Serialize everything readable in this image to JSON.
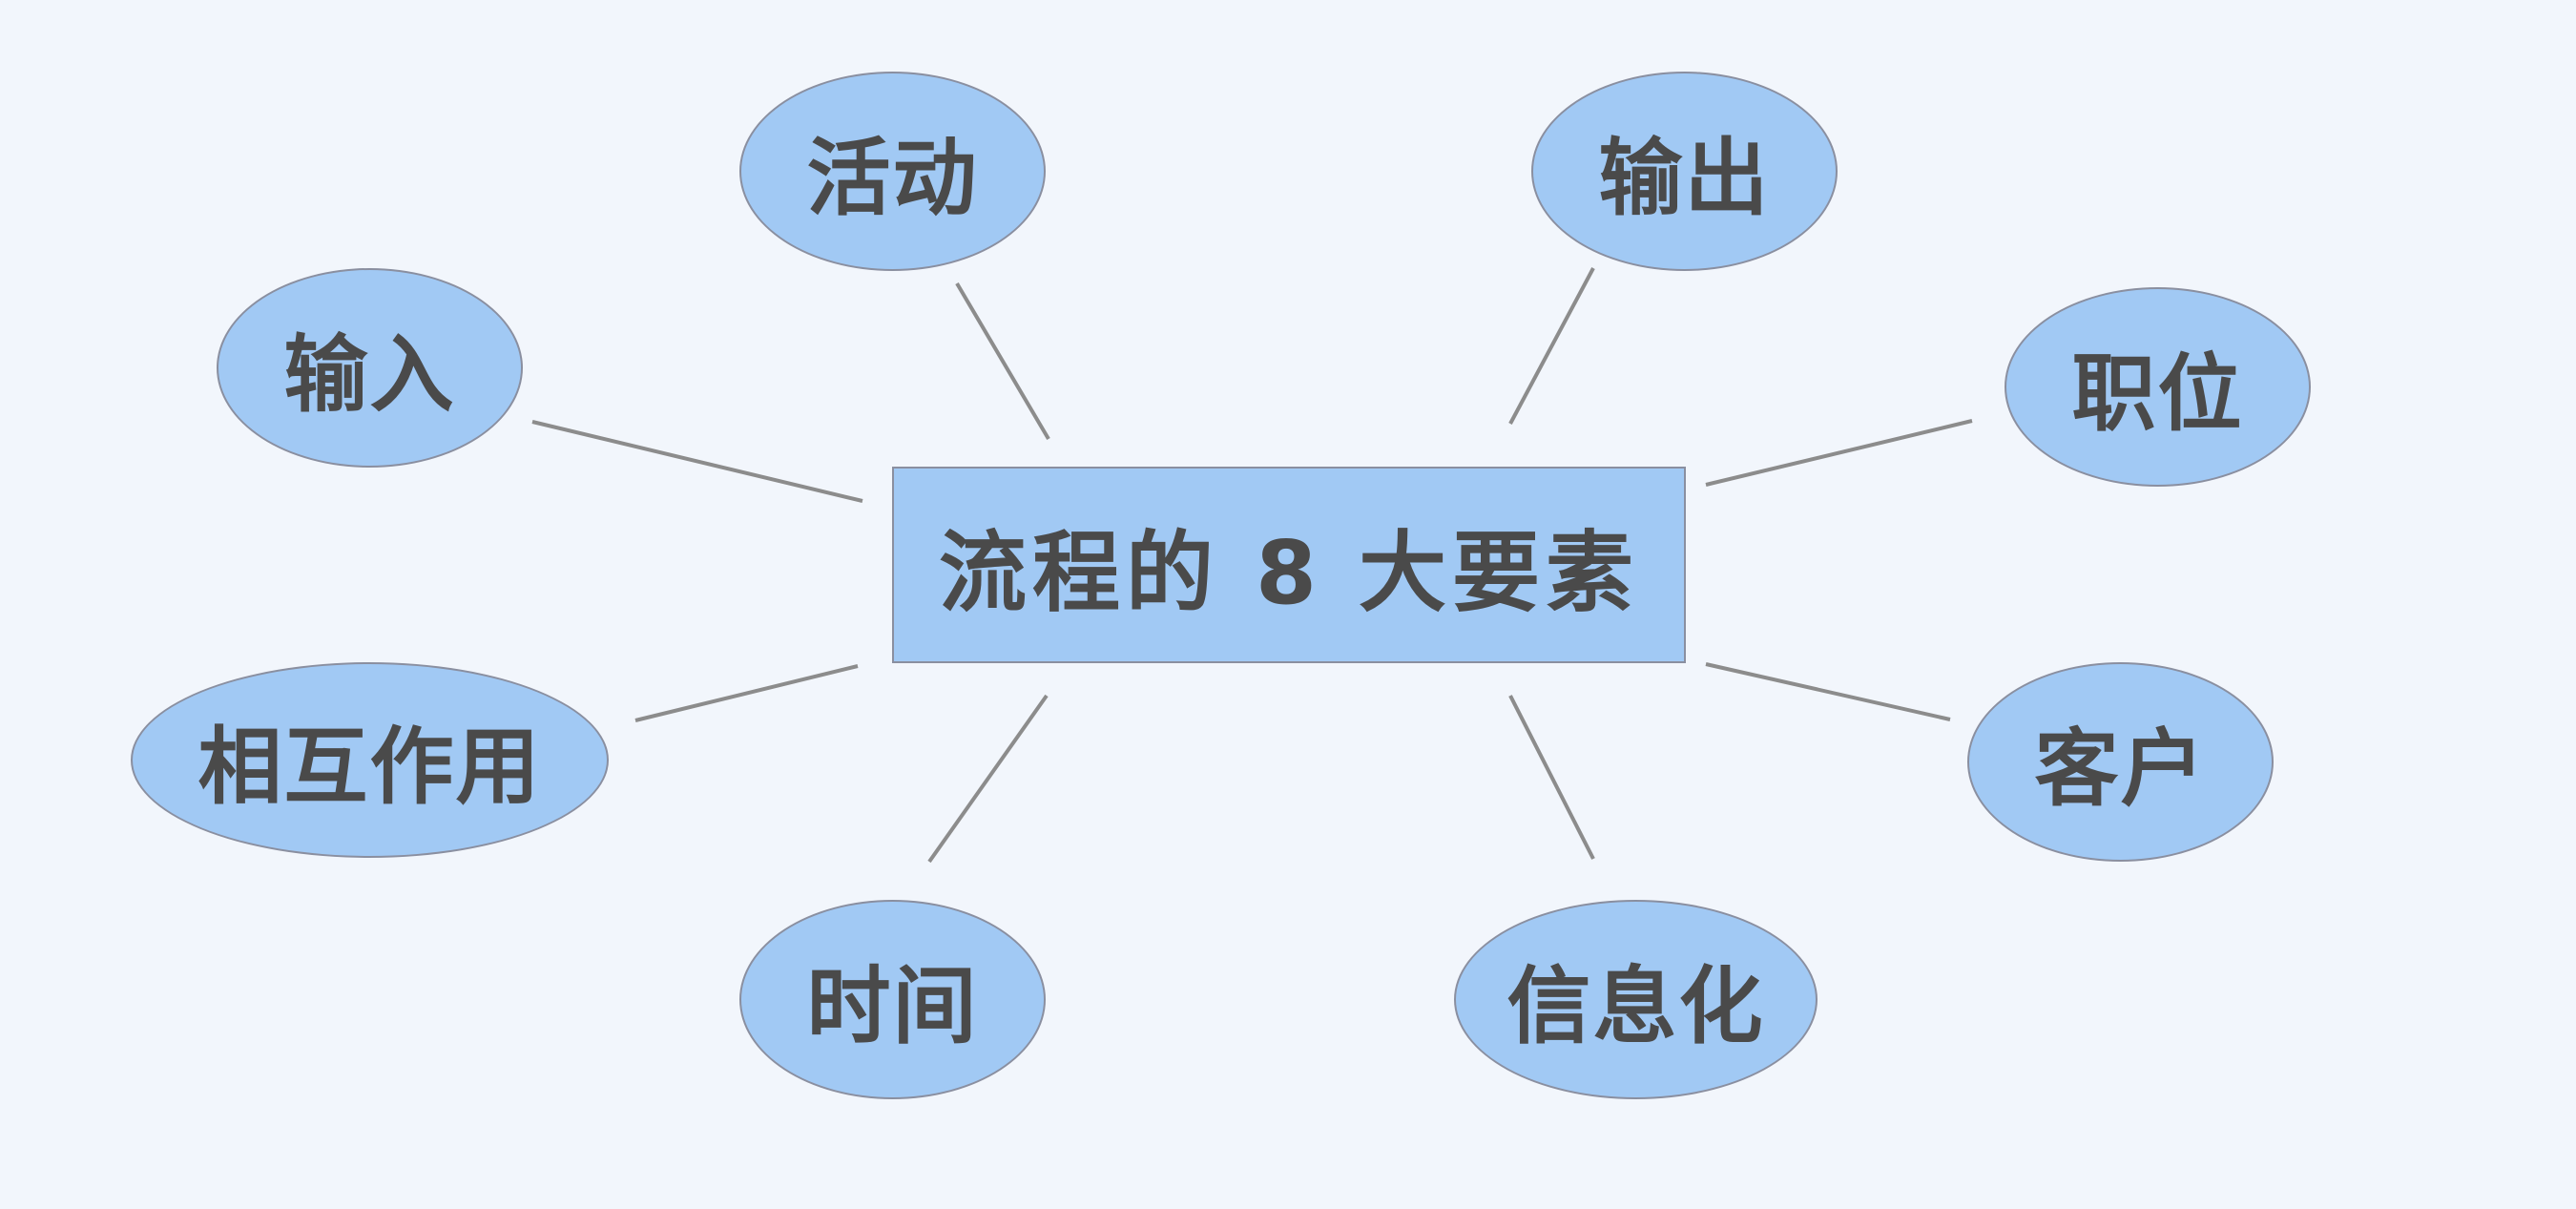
{
  "diagram": {
    "center": {
      "label": "流程的 8 大要素"
    },
    "nodes": [
      {
        "id": "input",
        "label": "输入"
      },
      {
        "id": "activity",
        "label": "活动"
      },
      {
        "id": "output",
        "label": "输出"
      },
      {
        "id": "position",
        "label": "职位"
      },
      {
        "id": "customer",
        "label": "客户"
      },
      {
        "id": "informatization",
        "label": "信息化"
      },
      {
        "id": "time",
        "label": "时间"
      },
      {
        "id": "interaction",
        "label": "相互作用"
      }
    ],
    "colors": {
      "background": "#f2f6fc",
      "node_fill": "#a1c9f4",
      "node_border": "#8a8fa0",
      "connector": "#8c8c8c",
      "text": "#4a4a4a"
    }
  }
}
